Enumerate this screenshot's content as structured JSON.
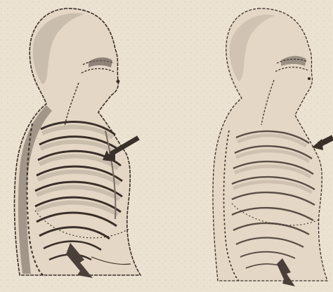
{
  "colors": {
    "paper": "#ece2d2",
    "paper_speckle": "#d9ccb8",
    "ink": "#3a302a",
    "ink_light": "#7a6d62",
    "shade_dark": "#6b6058",
    "shade_light": "#b8ab9d",
    "skin_tint": "#e4d7c5"
  },
  "figures": [
    {
      "id": "figure-left",
      "phase": "inhalation",
      "ribs": 10,
      "icon": "torso-skeleton-icon",
      "arrow_icon": "chest-arrow-icon"
    },
    {
      "id": "figure-right",
      "phase": "exhalation",
      "ribs": 10,
      "icon": "torso-skeleton-icon",
      "arrow_icon": "chest-arrow-icon"
    }
  ]
}
